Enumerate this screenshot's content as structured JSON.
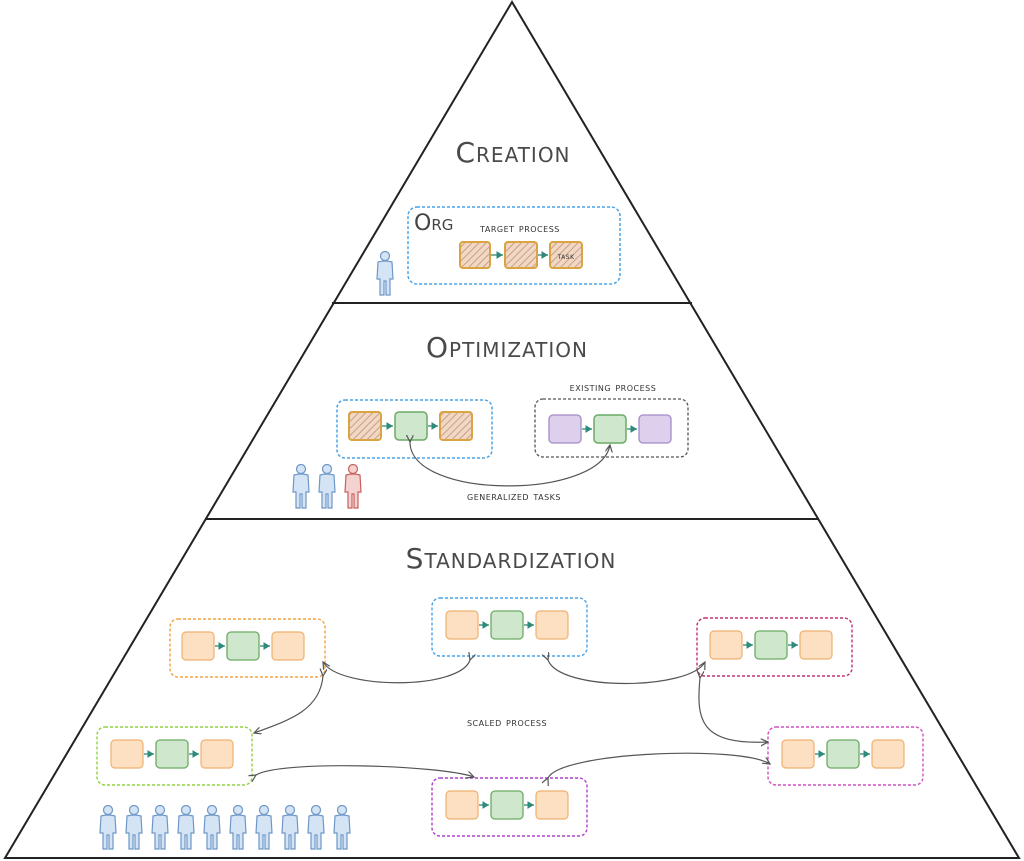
{
  "diagram": {
    "levels": [
      {
        "name": "creation",
        "title": "Creation"
      },
      {
        "name": "optimization",
        "title": "Optimization"
      },
      {
        "name": "standardization",
        "title": "Standardization"
      }
    ],
    "creation": {
      "org_label": "Org",
      "process_label": "target process",
      "task_label": "task",
      "people": 1
    },
    "optimization": {
      "existing_label": "existing process",
      "generalized_label": "generalized tasks",
      "people_blue": 2,
      "people_red": 1
    },
    "standardization": {
      "scaled_label": "scaled process",
      "people": 10
    },
    "colors": {
      "org_blue": "#4aa3e8",
      "hatched_task": "#d9a441",
      "hatched_fill": "#e9c9b3",
      "generic_task_fill": "#cfe7cc",
      "generic_task_stroke": "#6cab64",
      "existing_task_fill": "#dcd0ec",
      "existing_task_stroke": "#a48bc8",
      "scaled_task_fill": "#fde0c2",
      "scaled_task_stroke": "#f0b070",
      "person_blue": "#8fb4de",
      "person_red": "#d98b86",
      "group_orange": "#f0a340",
      "group_blue": "#4aa3e8",
      "group_magenta": "#c2307a",
      "group_green": "#8ed43f",
      "group_purple": "#b040d0",
      "group_pink": "#d050c0",
      "group_black": "#555555"
    }
  }
}
